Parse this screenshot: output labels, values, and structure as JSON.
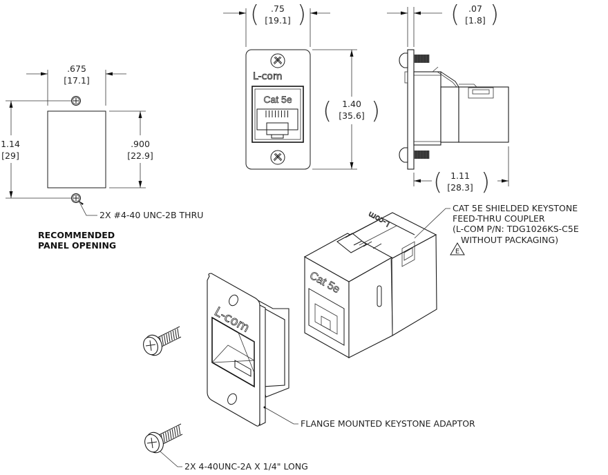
{
  "drawing": {
    "type": "technical-drawing",
    "subject": "Cat 5e Flange Mounted Keystone Adaptor"
  },
  "panel_opening": {
    "title_line1": "RECOMMENDED",
    "title_line2": "PANEL OPENING",
    "width_in": ".675",
    "width_mm": "[17.1]",
    "hole_spacing_in": "1.14",
    "hole_spacing_mm": "[29]",
    "height_in": ".900",
    "height_mm": "[22.9]",
    "hole_callout": "2X #4-40 UNC-2B THRU"
  },
  "front_view": {
    "width_in": ".75",
    "width_mm": "[19.1]",
    "height_in": "1.40",
    "height_mm": "[35.6]",
    "logo": "L-com",
    "jack_label": "Cat 5e"
  },
  "side_view": {
    "flange_thickness_in": ".07",
    "flange_thickness_mm": "[1.8]",
    "depth_in": "1.11",
    "depth_mm": "[28.3]"
  },
  "exploded_view": {
    "coupler_callout": [
      "CAT 5E SHIELDED KEYSTONE",
      "FEED-THRU COUPLER",
      "(L-COM P/N: TDG1026KS-C5E",
      "WITHOUT PACKAGING)"
    ],
    "revision_marker": "E",
    "adaptor_callout": "FLANGE MOUNTED KEYSTONE ADAPTOR",
    "screw_callout": "2X 4-40UNC-2A X 1/4\" LONG",
    "coupler_logo": "L-com",
    "coupler_label": "Cat 5e",
    "adaptor_logo": "L-com"
  }
}
